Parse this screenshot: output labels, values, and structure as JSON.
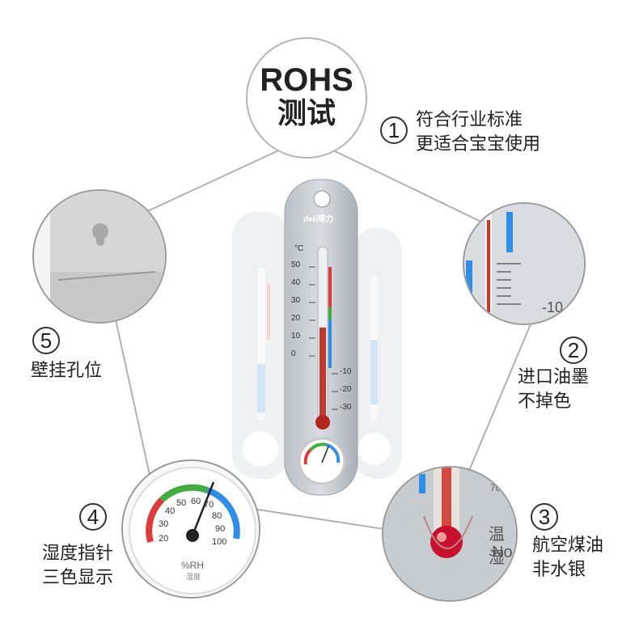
{
  "badge": {
    "line1": "ROHS",
    "line2": "测试"
  },
  "features": [
    {
      "num": "1",
      "line1": "符合行业标准",
      "line2": "更适合宝宝使用"
    },
    {
      "num": "2",
      "line1": "进口油墨",
      "line2": "不掉色"
    },
    {
      "num": "3",
      "line1": "航空煤油",
      "line2": "非水银"
    },
    {
      "num": "4",
      "line1": "湿度指针",
      "line2": "三色显示"
    },
    {
      "num": "5",
      "line1": "壁挂孔位",
      "line2": ""
    }
  ],
  "product": {
    "brand": "deli得力",
    "unit": "°C",
    "temp_labels": [
      "50",
      "40",
      "30",
      "20",
      "10",
      "0",
      "-10",
      "-20",
      "-30"
    ],
    "humidity_labels": [
      "20",
      "30",
      "40",
      "50",
      "60",
      "70",
      "80",
      "90",
      "100"
    ],
    "humidity_unit": "%RH",
    "humidity_caption": "湿度",
    "zoom_tick": "-10",
    "zoom_text1": "温湿",
    "zoom_text2": "No",
    "zoom_top": "70"
  },
  "colors": {
    "accent_red": "#e03b3b",
    "accent_blue": "#2f8fe6",
    "accent_green": "#3fae3f",
    "line": "#b0b0b0"
  }
}
